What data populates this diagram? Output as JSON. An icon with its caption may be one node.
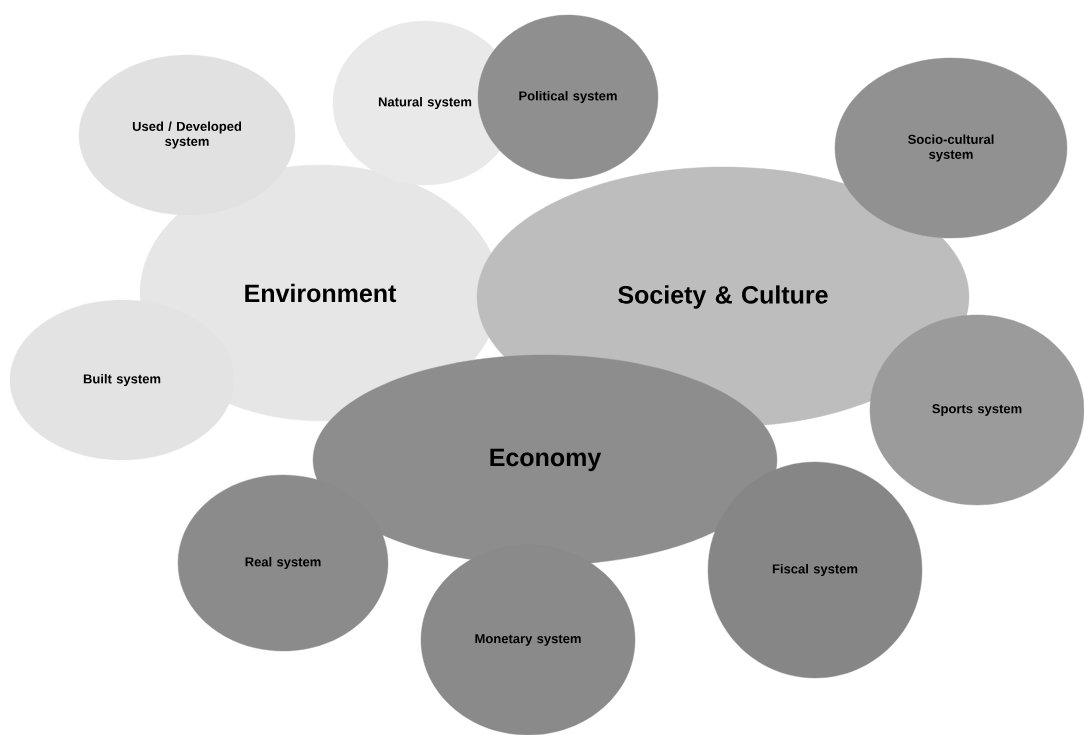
{
  "diagram": {
    "nodes": [
      {
        "text": [
          "Natural system"
        ]
      },
      {
        "text": [
          "Used / Developed system"
        ]
      },
      {
        "text": [
          "Political system"
        ]
      },
      {
        "text": [
          "Socio-cultural system"
        ]
      },
      {
        "text": [
          "Environment"
        ]
      },
      {
        "text": [
          "Society & Culture"
        ]
      },
      {
        "text": [
          "Built system"
        ]
      },
      {
        "text": [
          "Sports system"
        ]
      },
      {
        "text": [
          "Economy"
        ]
      },
      {
        "text": [
          "Real system"
        ]
      },
      {
        "text": [
          "Fiscal system"
        ]
      },
      {
        "text": [
          "Monetary system"
        ]
      }
    ]
  }
}
